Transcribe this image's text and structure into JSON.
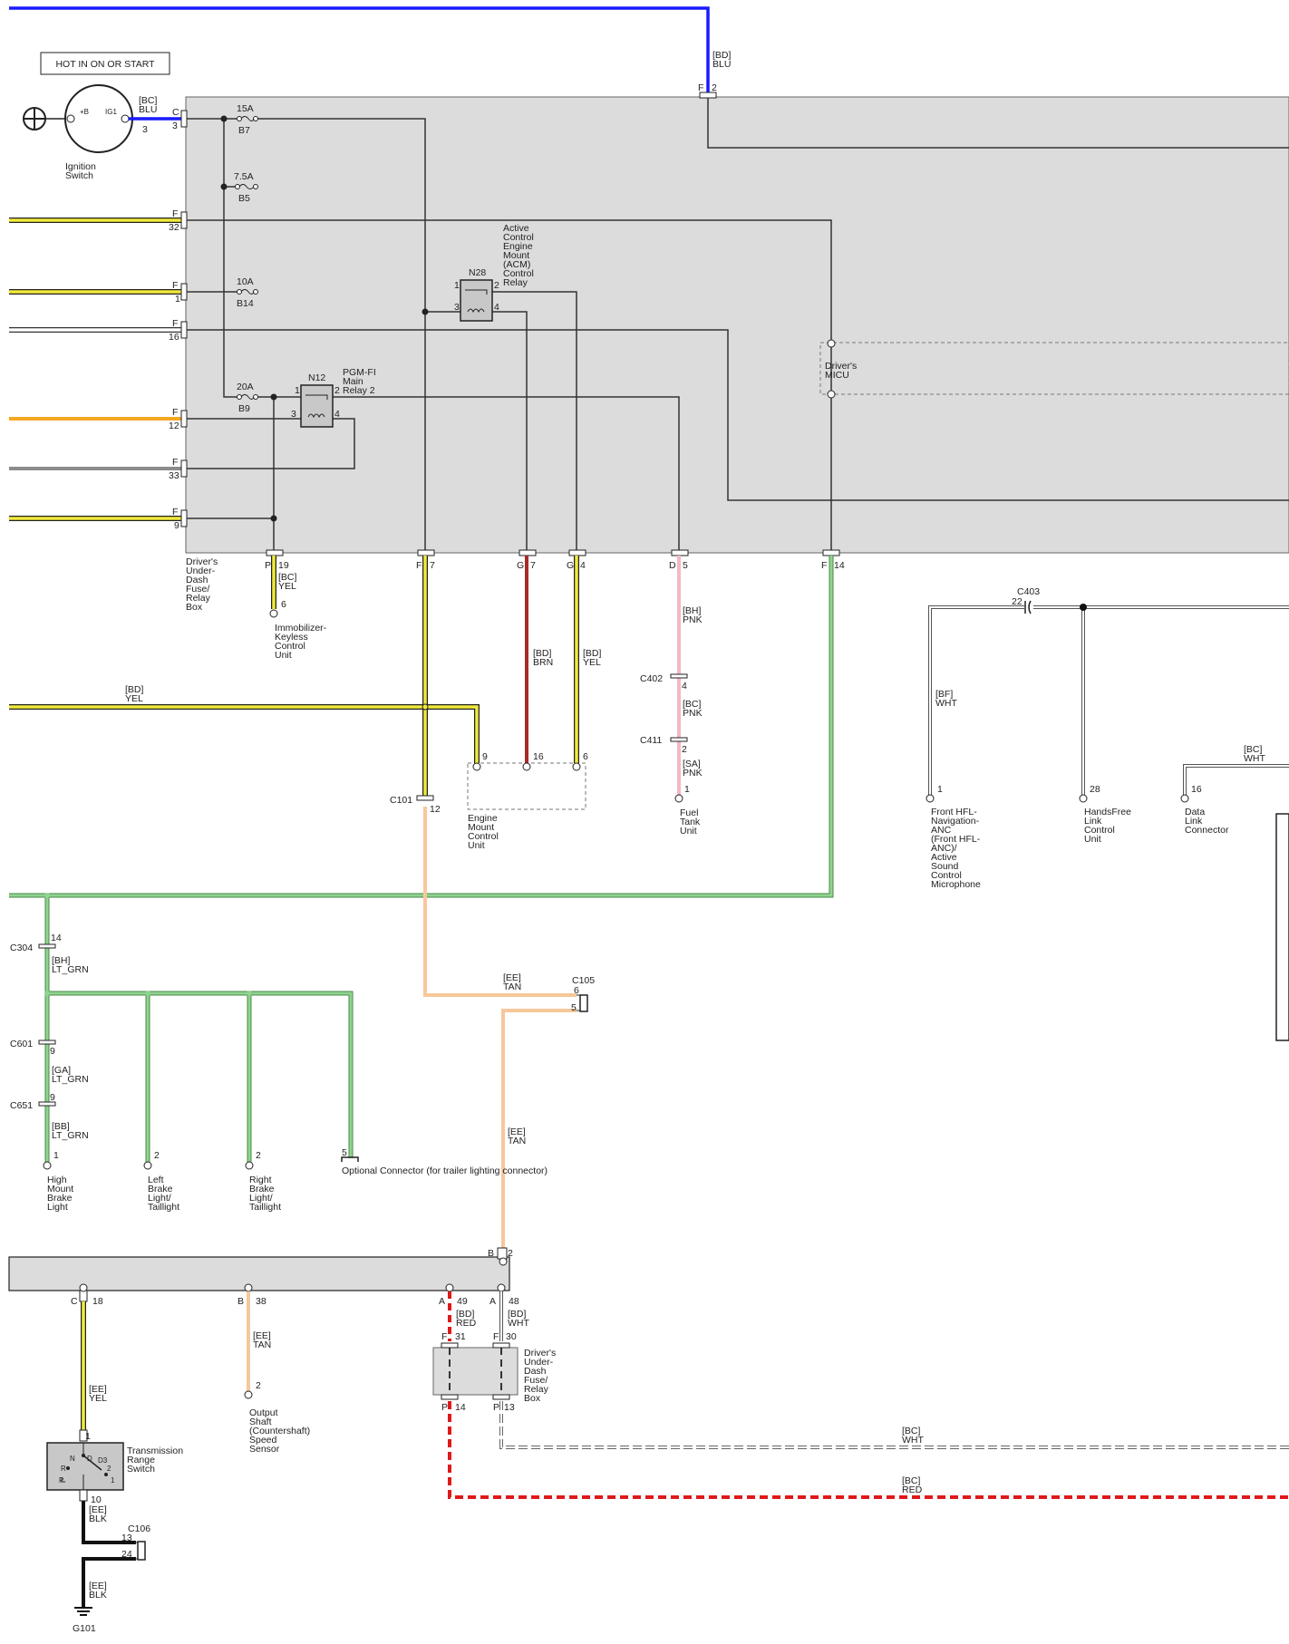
{
  "hot_label": "HOT IN ON OR START",
  "colors": {
    "blue": "#1a1aff",
    "yellow": "#f2ea3a",
    "white": "#ffffff",
    "orange": "#f5a623",
    "gray": "#8c8c8c",
    "pink": "#f4b8c3",
    "brown": "#a62b2b",
    "green": "#8fd48f",
    "tan": "#f6c89a",
    "red": "#e01818",
    "black": "#111111",
    "box_fill": "#dcdcdc"
  },
  "ignition": {
    "name": "Ignition\nSwitch",
    "b": "+B",
    "ig": "IG1",
    "wire": "[BC]\nBLU",
    "pin": "3"
  },
  "top_wire": {
    "label": "[BD]\nBLU",
    "conn": "F",
    "pin": "2"
  },
  "fuse_box": {
    "name": "Driver's\nUnder-\nDash\nFuse/\nRelay\nBox"
  },
  "fuses": [
    {
      "amp": "15A",
      "id": "B7"
    },
    {
      "amp": "7.5A",
      "id": "B5"
    },
    {
      "amp": "10A",
      "id": "B14"
    },
    {
      "amp": "20A",
      "id": "B9"
    }
  ],
  "left_connectors": [
    {
      "conn": "C",
      "pin": "3"
    },
    {
      "conn": "F",
      "pin": "32"
    },
    {
      "conn": "F",
      "pin": "1"
    },
    {
      "conn": "F",
      "pin": "16"
    },
    {
      "conn": "F",
      "pin": "12"
    },
    {
      "conn": "F",
      "pin": "33"
    },
    {
      "conn": "F",
      "pin": "9"
    }
  ],
  "relays": [
    {
      "id": "N28",
      "name": "Active\nControl\nEngine\nMount\n(ACM)\nControl\nRelay",
      "p1": "1",
      "p2": "2",
      "p3": "3",
      "p4": "4"
    },
    {
      "id": "N12",
      "name": "PGM-FI\nMain\nRelay 2",
      "p1": "1",
      "p2": "2",
      "p3": "3",
      "p4": "4"
    }
  ],
  "micu": "Driver's\nMICU",
  "bottom_connectors": [
    {
      "conn": "P",
      "pin": "19"
    },
    {
      "conn": "F",
      "pin": "7"
    },
    {
      "conn": "G",
      "pin": "7"
    },
    {
      "conn": "G",
      "pin": "4"
    },
    {
      "conn": "D",
      "pin": "5"
    },
    {
      "conn": "F",
      "pin": "14"
    }
  ],
  "immobilizer": {
    "wire": "[BC]\nYEL",
    "pin": "6",
    "name": "Immobilizer-\nKeyless\nControl\nUnit"
  },
  "bd_yel_left": "[BD]\nYEL",
  "bd_brn": "[BD]\nBRN",
  "bd_yel": "[BD]\nYEL",
  "emcu": {
    "p9": "9",
    "p16": "16",
    "p6": "6",
    "name": "Engine\nMount\nControl\nUnit"
  },
  "c101": {
    "name": "C101",
    "pin": "12"
  },
  "fuel": {
    "w1": "[BH]\nPNK",
    "c402": "C402",
    "c402_pin": "4",
    "w2": "[BC]\nPNK",
    "c411": "C411",
    "c411_pin": "2",
    "w3": "[SA]\nPNK",
    "pin": "1",
    "name": "Fuel\nTank\nUnit"
  },
  "right_section": {
    "c403": "C403",
    "c403_pin": "22",
    "bf_wht": "[BF]\nWHT",
    "bc_wht": "[BC]\nWHT",
    "hfl": {
      "pin": "1",
      "name": "Front HFL-\nNavigation-\nANC\n(Front HFL-\nANC)/\nActive\nSound\nControl\nMicrophone"
    },
    "handsfree": {
      "pin": "28",
      "name": "HandsFree\nLink\nControl\nUnit"
    },
    "dlc": {
      "pin": "16",
      "name": "Data\nLink\nConnector"
    }
  },
  "green_section": {
    "c304": "C304",
    "c304_pin": "14",
    "w1": "[BH]\nLT_GRN",
    "c601": "C601",
    "c601_pin": "9",
    "w2": "[GA]\nLT_GRN",
    "c651": "C651",
    "c651_pin": "9",
    "w3": "[BB]\nLT_GRN",
    "loads": [
      {
        "pin": "1",
        "name": "High\nMount\nBrake\nLight"
      },
      {
        "pin": "2",
        "name": "Left\nBrake\nLight/\nTaillight"
      },
      {
        "pin": "2",
        "name": "Right\nBrake\nLight/\nTaillight"
      }
    ],
    "optional": {
      "pin": "5",
      "name": "Optional Connector (for trailer lighting connector)"
    }
  },
  "tan_section": {
    "w1": "[EE]\nTAN",
    "c105": "C105",
    "c105_p6": "6",
    "c105_p5": "5",
    "w2": "[EE]\nTAN"
  },
  "pcm": {
    "b2_conn": "B",
    "b2_pin": "2",
    "pins": [
      {
        "conn": "C",
        "pin": "18"
      },
      {
        "conn": "B",
        "pin": "38"
      },
      {
        "conn": "A",
        "pin": "49"
      },
      {
        "conn": "A",
        "pin": "48"
      }
    ]
  },
  "lower": {
    "ee_yel": "[EE]\nYEL",
    "ee_tan": "[EE]\nTAN",
    "oss": {
      "pin": "2",
      "name": "Output\nShaft\n(Countershaft)\nSpeed\nSensor"
    },
    "bd_red": "[BD]\nRED",
    "bd_wht": "[BD]\nWHT",
    "fb2": {
      "f31": "F",
      "p31": "31",
      "f30": "F",
      "p30": "30",
      "p14c": "P",
      "p14": "14",
      "p13c": "P",
      "p13": "13",
      "name": "Driver's\nUnder-\nDash\nFuse/\nRelay\nBox"
    },
    "bc_wht": "[BC]\nWHT",
    "bc_red": "[BC]\nRED",
    "trs": {
      "pin1": "1",
      "name": "Transmission\nRange\nSwitch",
      "n": "N",
      "d": "D",
      "d3": "D3",
      "r": "R",
      "p2": "2",
      "pp1": "1",
      "p": "P",
      "pin10": "10"
    },
    "ee_blk1": "[EE]\nBLK",
    "c106": "C106",
    "c106_p13": "13",
    "c106_p24": "24",
    "ee_blk2": "[EE]\nBLK",
    "g101": "G101"
  }
}
